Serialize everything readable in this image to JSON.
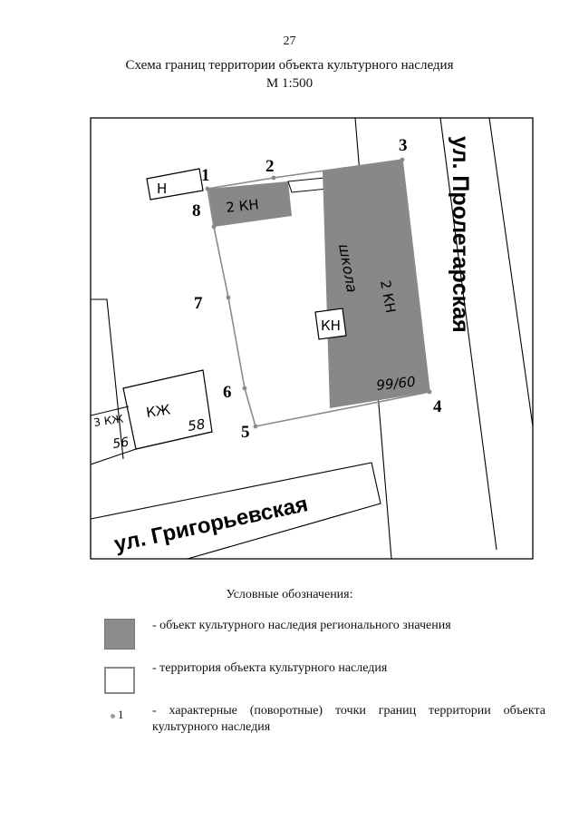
{
  "page": {
    "number": "27"
  },
  "title": {
    "line1": "Схема границ территории объекта культурного наследия",
    "line2": "М 1:500"
  },
  "map": {
    "streets": {
      "proletarskaya": "ул. Пролетарская",
      "grigorievskaya": "ул. Григорьевская"
    },
    "boundary_points": [
      "1",
      "2",
      "3",
      "4",
      "5",
      "6",
      "7",
      "8"
    ],
    "buildings": {
      "n": "Н",
      "kn_2_small": "2 КН",
      "school_label": "школа",
      "kn_2_large": "2 КН",
      "kn": "КН",
      "kzh": "КЖ",
      "kzh_3": "3 КЖ"
    },
    "house_numbers": {
      "h99_60": "99/60",
      "h56": "56",
      "h58": "58"
    },
    "colors": {
      "heritage_fill": "#8c8c8c",
      "boundary": "#8a8a8a",
      "line": "#000000"
    }
  },
  "legend": {
    "heading": "Условные обозначения:",
    "items": [
      {
        "swatch": "filled",
        "text": "- объект культурного наследия регионального значения"
      },
      {
        "swatch": "outline",
        "text": "- территория объекта культурного наследия"
      },
      {
        "swatch": "point",
        "point_label": "1",
        "text": "- характерные (поворотные) точки границ территории объекта культурного наследия"
      }
    ]
  }
}
